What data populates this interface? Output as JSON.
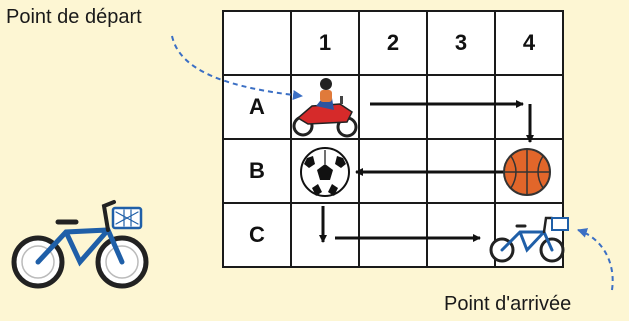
{
  "labels": {
    "start": "Point de départ",
    "end": "Point d'arrivée"
  },
  "grid": {
    "columns": [
      "1",
      "2",
      "3",
      "4"
    ],
    "rows": [
      "A",
      "B",
      "C"
    ]
  },
  "items": [
    {
      "name": "motorcycle",
      "row": "A",
      "col": "1"
    },
    {
      "name": "soccer-ball",
      "row": "B",
      "col": "1"
    },
    {
      "name": "basketball",
      "row": "B",
      "col": "4"
    },
    {
      "name": "bicycle",
      "row": "C",
      "col": "4"
    }
  ],
  "path": [
    "A1",
    "A4",
    "B4",
    "B1",
    "C1",
    "C4"
  ],
  "colors": {
    "background": "#fdf6d3",
    "dashed_arrow": "#3b6fc4",
    "path_arrow": "#111111",
    "bike_frame": "#1f5fa8",
    "motorcycle_body": "#d62a2a",
    "basketball": "#e2662a"
  }
}
